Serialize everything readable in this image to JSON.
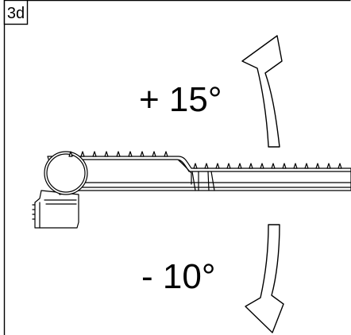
{
  "figure": {
    "panel_label": "3d",
    "tilt_up_label": "+ 15°",
    "tilt_down_label": "- 10°",
    "colors": {
      "background": "#ffffff",
      "line": "#000000"
    },
    "icons": {
      "up_arrow": "curved-arrow-up-icon",
      "down_arrow": "curved-arrow-down-icon",
      "fixture": "street-light-side-view"
    }
  }
}
